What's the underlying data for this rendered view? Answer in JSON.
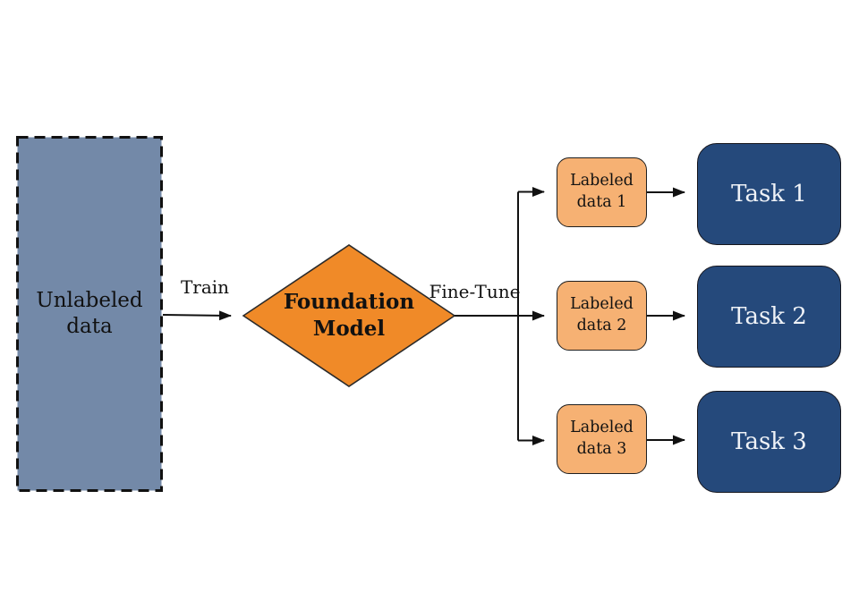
{
  "flow": {
    "source": {
      "label": "Unlabeled data"
    },
    "train_edge": {
      "label": "Train"
    },
    "model": {
      "label": "Foundation Model"
    },
    "fine_tune_edge": {
      "label": "Fine-Tune"
    },
    "labeled_data": [
      {
        "label": "Labeled data 1"
      },
      {
        "label": "Labeled data 2"
      },
      {
        "label": "Labeled data 3"
      }
    ],
    "tasks": [
      {
        "label": "Task 1"
      },
      {
        "label": "Task 2"
      },
      {
        "label": "Task 3"
      }
    ],
    "colors": {
      "background": "#FFFFFF",
      "source_fill": "#7389A8",
      "model_fill": "#F08A28",
      "labeled_fill": "#F6B173",
      "task_fill": "#25497B",
      "task_text": "#EFF2F7",
      "edge": "#111111",
      "text": "#111111"
    }
  }
}
